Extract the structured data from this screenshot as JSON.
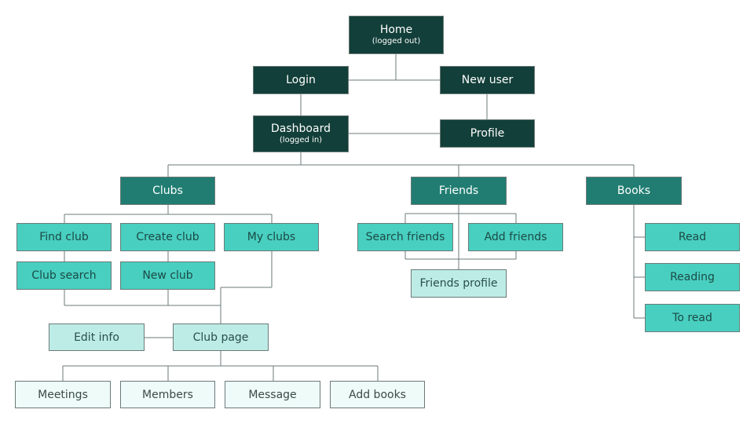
{
  "colors": {
    "dark": "#123f39",
    "mid": "#217d72",
    "teal": "#48cfc0",
    "light": "#bdece6",
    "pale": "#eefbf8",
    "connector": "#6b7a78"
  },
  "nodes": {
    "home": {
      "label": "Home",
      "sub": "(logged out)"
    },
    "login": {
      "label": "Login"
    },
    "new_user": {
      "label": "New user"
    },
    "dashboard": {
      "label": "Dashboard",
      "sub": "(logged in)"
    },
    "profile": {
      "label": "Profile"
    },
    "clubs": {
      "label": "Clubs"
    },
    "friends": {
      "label": "Friends"
    },
    "books": {
      "label": "Books"
    },
    "find_club": {
      "label": "Find club"
    },
    "create_club": {
      "label": "Create club"
    },
    "my_clubs": {
      "label": "My clubs"
    },
    "club_search": {
      "label": "Club search"
    },
    "new_club": {
      "label": "New club"
    },
    "search_friends": {
      "label": "Search friends"
    },
    "add_friends": {
      "label": "Add friends"
    },
    "friends_profile": {
      "label": "Friends profile"
    },
    "read": {
      "label": "Read"
    },
    "reading": {
      "label": "Reading"
    },
    "to_read": {
      "label": "To read"
    },
    "edit_info": {
      "label": "Edit info"
    },
    "club_page": {
      "label": "Club page"
    },
    "meetings": {
      "label": "Meetings"
    },
    "members": {
      "label": "Members"
    },
    "message": {
      "label": "Message"
    },
    "add_books": {
      "label": "Add books"
    }
  }
}
